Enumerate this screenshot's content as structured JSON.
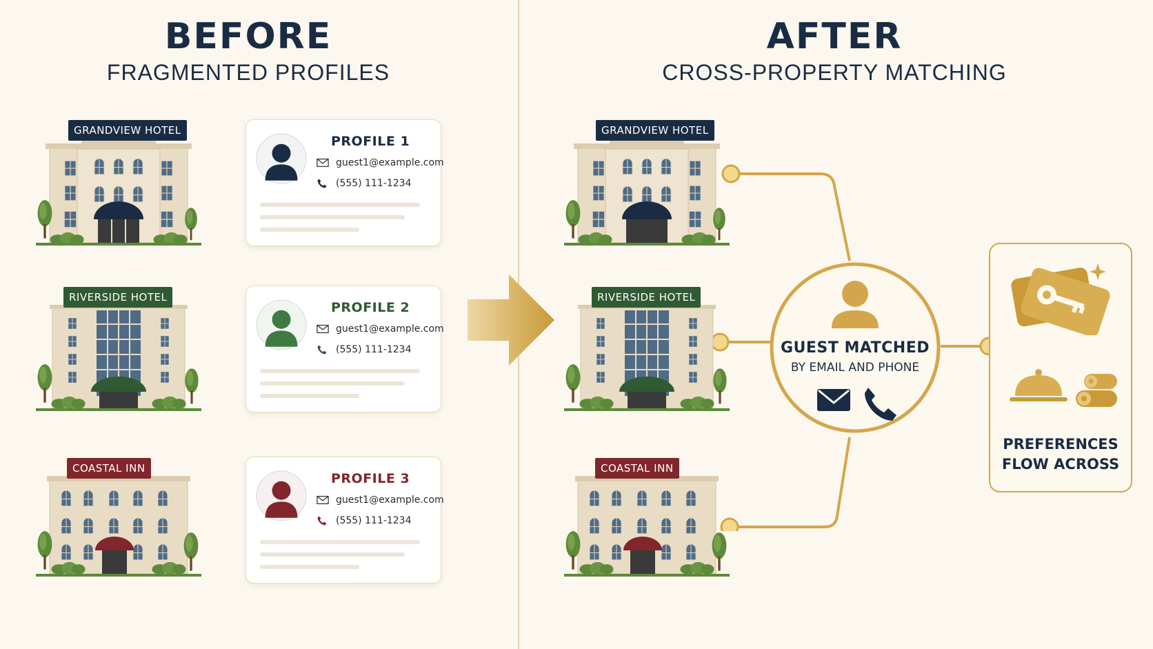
{
  "before": {
    "title": "BEFORE",
    "subtitle": "FRAGMENTED PROFILES",
    "hotels": [
      {
        "name": "GRANDVIEW HOTEL"
      },
      {
        "name": "RIVERSIDE HOTEL"
      },
      {
        "name": "COASTAL INN"
      }
    ],
    "profiles": [
      {
        "title": "PROFILE 1",
        "email": "guest1@example.com",
        "phone": "(555) 111-1234"
      },
      {
        "title": "PROFILE 2",
        "email": "guest1@example.com",
        "phone": "(555) 111-1234"
      },
      {
        "title": "PROFILE 3",
        "email": "guest1@example.com",
        "phone": "(555) 111-1234"
      }
    ]
  },
  "after": {
    "title": "AFTER",
    "subtitle": "CROSS-PROPERTY MATCHING",
    "hotels": [
      {
        "name": "GRANDVIEW HOTEL"
      },
      {
        "name": "RIVERSIDE HOTEL"
      },
      {
        "name": "COASTAL INN"
      }
    ],
    "match": {
      "title": "GUEST MATCHED",
      "subtitle": "BY EMAIL AND PHONE"
    },
    "preferences": {
      "line1": "PREFERENCES",
      "line2": "FLOW ACROSS"
    }
  },
  "colors": {
    "navy": "#1a2c44",
    "green": "#2f5a33",
    "red": "#80262c",
    "gold": "#d4a64b",
    "background": "#fcf8ef"
  }
}
